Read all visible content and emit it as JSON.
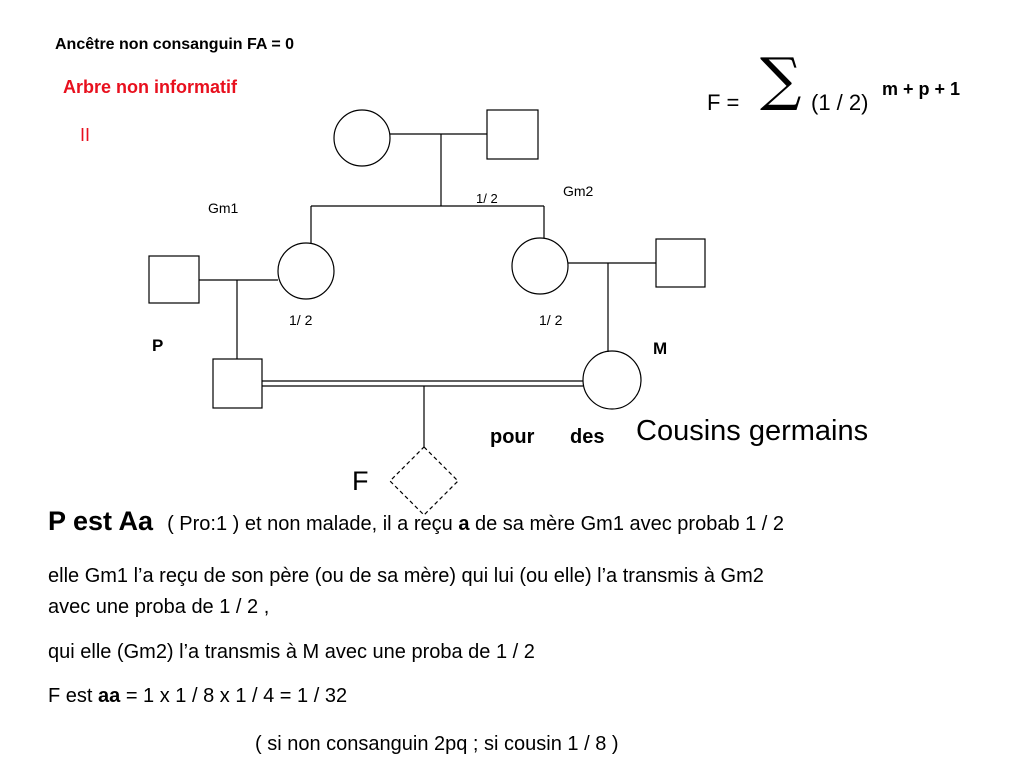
{
  "header": {
    "ancestor_note": "Ancêtre non consanguin  FA = 0",
    "tree_note": "Arbre non informatif",
    "mark": "II"
  },
  "formula": {
    "lhs": "F = ",
    "sigma": "∑",
    "base": "(1 / 2)",
    "exponent": "m + p + 1"
  },
  "pedigree": {
    "gm1": "Gm1",
    "gm2": "Gm2",
    "half_top": "1/ 2",
    "half_left": "1/ 2",
    "half_right": "1/ 2",
    "p_label": "P",
    "m_label": "M",
    "f_label": "F"
  },
  "caption": {
    "pour": "pour",
    "des": "des",
    "cousins": "Cousins germains"
  },
  "text": {
    "p_label": "P  est  Aa",
    "line1_a": "( Pro:1 ) et non malade, il a reçu ",
    "line1_b": "a",
    "line1_c": " de sa mère Gm1 avec probab 1 / 2",
    "line2": "elle Gm1  l’a reçu de son père (ou de sa mère) qui lui (ou elle) l’a transmis à Gm2",
    "line3": "avec une proba de 1 / 2 ,",
    "line4": "qui elle (Gm2)  l’a transmis à M avec une proba de 1 / 2",
    "line5_a": "F est ",
    "line5_b": "aa",
    "line5_c": " =   1 x   1 /  8   x  1  /  4 =  1  /  32",
    "line6": "(    si non consanguin   2pq    ;     si cousin  1 / 8 )"
  },
  "colors": {
    "accent": "#e8101e",
    "ink": "#000000"
  }
}
